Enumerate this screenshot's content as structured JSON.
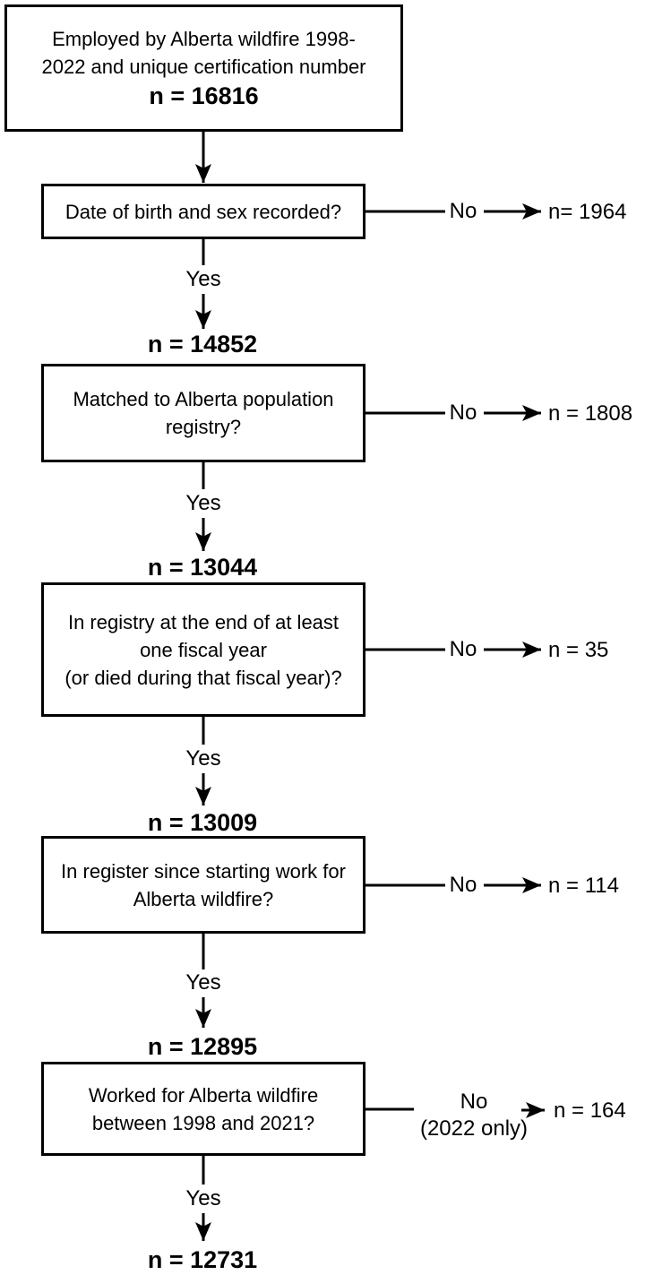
{
  "colors": {
    "ink": "#000000",
    "background": "#ffffff"
  },
  "flowchart": {
    "start_box": {
      "lines": [
        "Employed by Alberta wildfire 1998-",
        "2022 and unique certification number"
      ],
      "n_total": "n = 16816"
    },
    "steps": [
      {
        "question_lines": [
          "Date of birth and sex recorded?"
        ],
        "no_label": "No",
        "excluded_n": "n= 1964",
        "yes_label": "Yes",
        "remaining_n": "n = 14852"
      },
      {
        "question_lines": [
          "Matched to Alberta population",
          "registry?"
        ],
        "no_label": "No",
        "excluded_n": "n = 1808",
        "yes_label": "Yes",
        "remaining_n": "n = 13044"
      },
      {
        "question_lines": [
          "In registry at the end of at least",
          "one fiscal year",
          "(or died during that fiscal year)?"
        ],
        "no_label": "No",
        "excluded_n": "n = 35",
        "yes_label": "Yes",
        "remaining_n": "n = 13009"
      },
      {
        "question_lines": [
          "In register since starting work for",
          "Alberta wildfire?"
        ],
        "no_label": "No",
        "excluded_n": "n = 114",
        "yes_label": "Yes",
        "remaining_n": "n = 12895"
      },
      {
        "question_lines": [
          "Worked for Alberta wildfire",
          "between 1998 and 2021?"
        ],
        "no_label": "No",
        "no_sublabel": "(2022 only)",
        "excluded_n": "n = 164",
        "yes_label": "Yes",
        "remaining_n": "n = 12731"
      }
    ]
  }
}
